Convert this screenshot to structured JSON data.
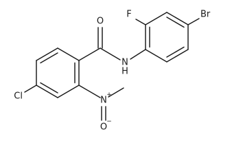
{
  "molecule": {
    "atoms": {
      "oxygen_carbonyl": "O",
      "amide_n": "N",
      "amide_h": "H",
      "fluorine": "F",
      "bromine": "Br",
      "chlorine": "Cl",
      "nitro_n": "N",
      "nitro_n_charge": "+",
      "nitro_o": "O",
      "nitro_o_charge": "−"
    }
  },
  "colors": {
    "bond": "#1a1a1a",
    "text": "#1a1a1a",
    "background": "#ffffff"
  }
}
